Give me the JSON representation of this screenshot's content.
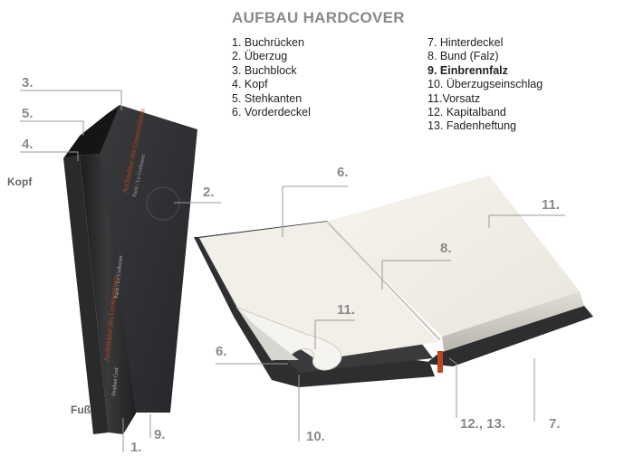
{
  "title": "AUFBAU HARDCOVER",
  "legend_left": [
    "1. Buchrücken",
    "2. Überzug",
    "3. Buchblock",
    "4. Kopf",
    "5. Stehkanten",
    "6. Vorderdeckel"
  ],
  "legend_right": [
    "7. Hinterdeckel",
    "8. Bund (Falz)",
    "9. Einbrennfalz",
    "10. Überzugseinschlag",
    "11.Vorsatz",
    "12. Kapitalband",
    "13. Fadenheftung"
  ],
  "labels": {
    "l3": "3.",
    "l5": "5.",
    "l4": "4.",
    "kopf": "Kopf",
    "l6_top": "6.",
    "l2": "2.",
    "l11_top": "11.",
    "l8": "8.",
    "l11_mid": "11.",
    "l6_left": "6.",
    "fuss": "Fuß",
    "l1": "1.",
    "l9": "9.",
    "l10": "10.",
    "l12_13": "12., 13.",
    "l7": "7."
  },
  "colors": {
    "cover": "#2e2e30",
    "page": "#f3f1ea",
    "label": "#8a8a8a",
    "accent": "#c0441c"
  }
}
